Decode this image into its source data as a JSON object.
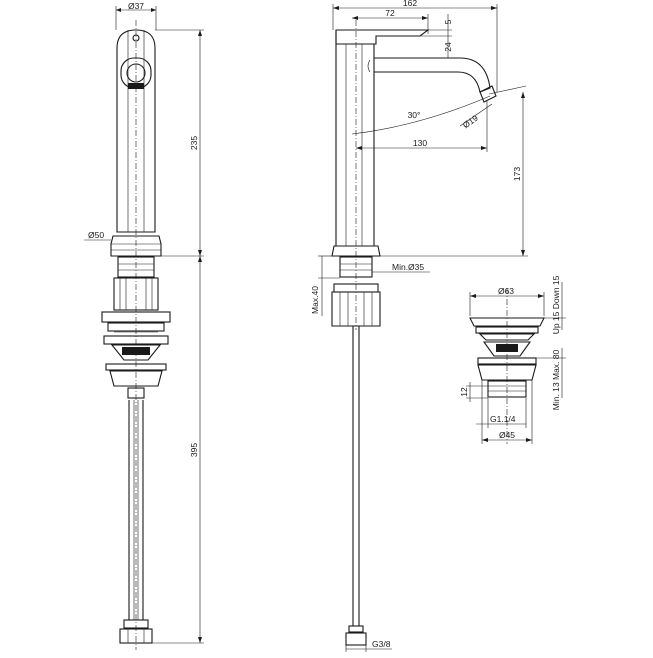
{
  "dimensions": {
    "front_diam_top": "Ø37",
    "front_height": "235",
    "front_base_diam": "Ø50",
    "front_total": "395",
    "side_width": "162",
    "side_spout_72": "72",
    "side_5": "5",
    "side_24": "24",
    "side_angle": "30°",
    "side_outlet_diam": "Ø19",
    "side_reach": "130",
    "side_height": "173",
    "side_min_hole": "Min.Ø35",
    "side_max_thickness": "Max.40",
    "side_connection": "G3/8",
    "waste_top_diam": "Ø63",
    "waste_up_down": "Up 15 Down 15",
    "waste_min_max": "Min. 13 Max. 80",
    "waste_12": "12",
    "waste_thread": "G1.1/4",
    "waste_bottom_diam": "Ø45"
  }
}
